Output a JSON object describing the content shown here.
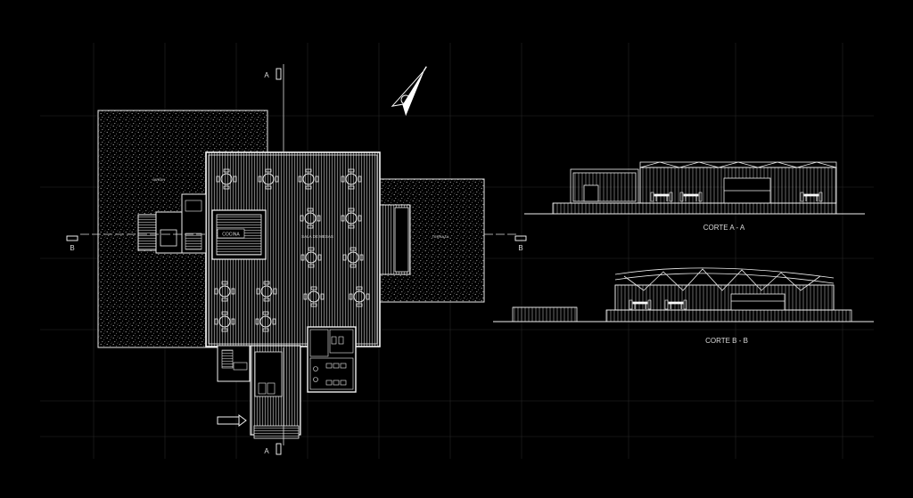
{
  "drawing": {
    "background": "#000000",
    "line_color": "#e8e8e8",
    "grid_color": "#2a2a2a",
    "hatch_color": "#9a9a9a"
  },
  "section_marks": {
    "a_top": "A",
    "a_bottom": "A",
    "b_left": "B",
    "b_right": "B"
  },
  "plan": {
    "kitchen_label": "COCINA",
    "hall_label": "SALA DE MESAS",
    "left_area_label": "JARDIN",
    "right_area_label": "TERRAZA"
  },
  "sections": {
    "section_a_title": "CORTE A - A",
    "section_b_title": "CORTE B - B"
  },
  "compass": {
    "icon": "north-arrow-icon"
  }
}
